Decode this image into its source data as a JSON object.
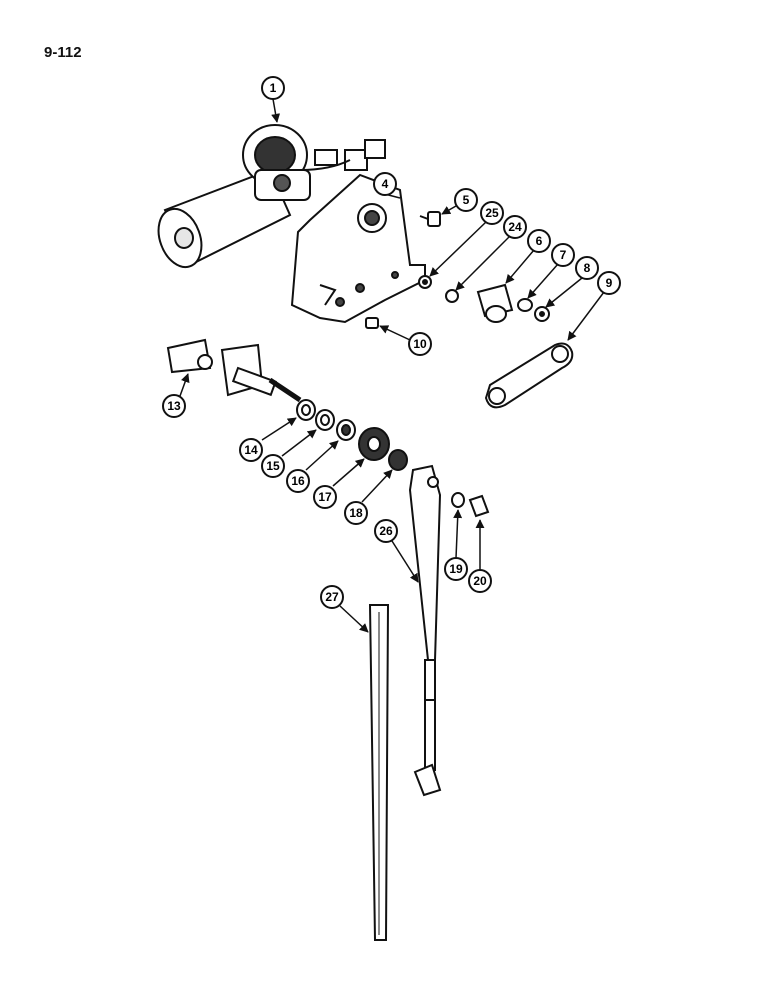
{
  "page_number": "9-112",
  "callouts": [
    {
      "label": "1"
    },
    {
      "label": "4"
    },
    {
      "label": "5"
    },
    {
      "label": "25"
    },
    {
      "label": "24"
    },
    {
      "label": "6"
    },
    {
      "label": "7"
    },
    {
      "label": "8"
    },
    {
      "label": "9"
    },
    {
      "label": "10"
    },
    {
      "label": "13"
    },
    {
      "label": "14"
    },
    {
      "label": "15"
    },
    {
      "label": "16"
    },
    {
      "label": "17"
    },
    {
      "label": "18"
    },
    {
      "label": "26"
    },
    {
      "label": "19"
    },
    {
      "label": "20"
    },
    {
      "label": "27"
    }
  ]
}
